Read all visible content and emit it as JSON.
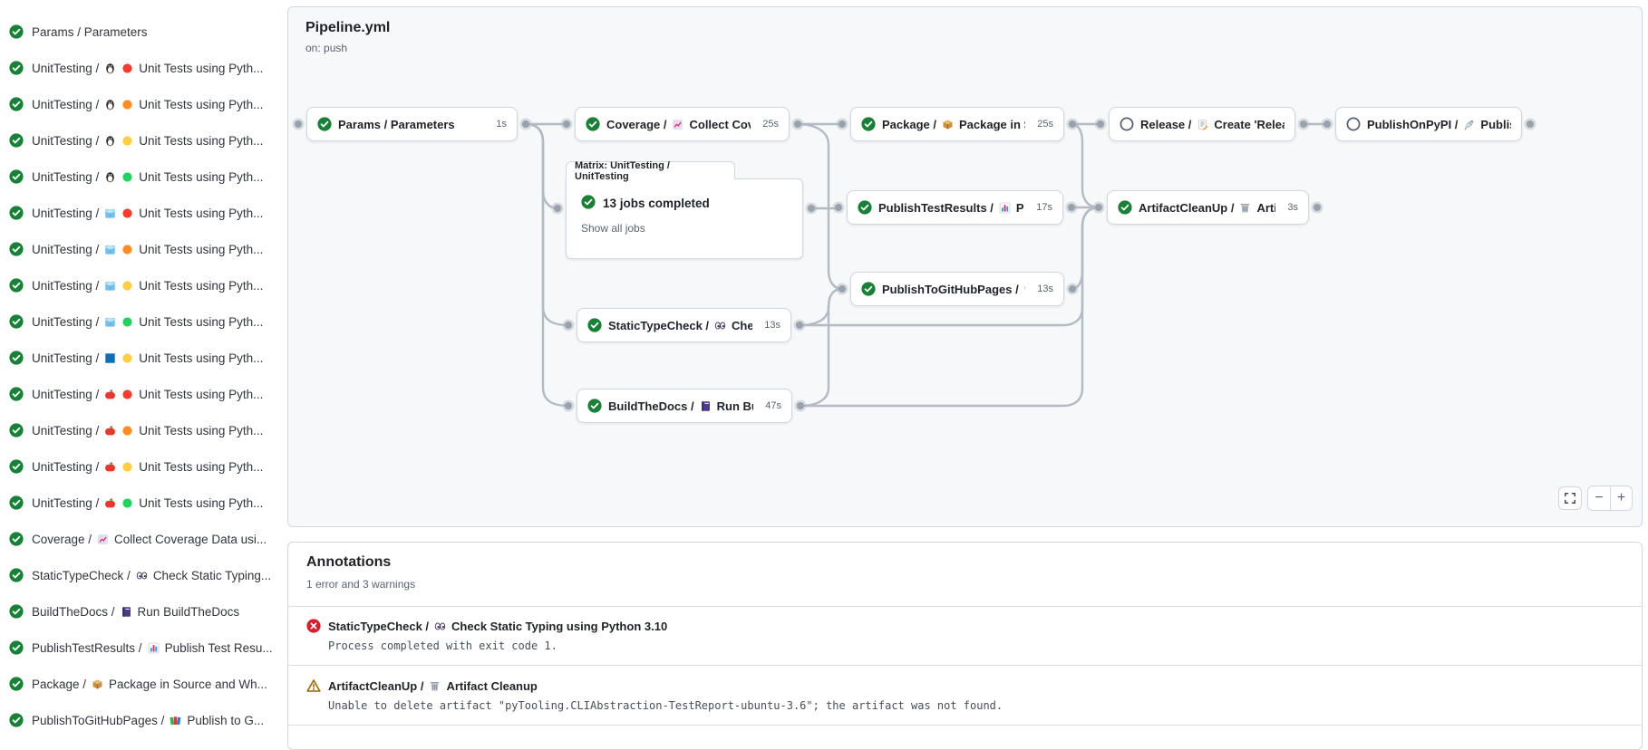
{
  "sidebar": {
    "items": [
      {
        "status": "success",
        "parts": [
          {
            "text": "Params / Parameters"
          }
        ]
      },
      {
        "status": "success",
        "parts": [
          {
            "text": "UnitTesting /"
          },
          {
            "icon": "penguin"
          },
          {
            "icon": "dot-red"
          },
          {
            "text": "Unit Tests using Pyth..."
          }
        ]
      },
      {
        "status": "success",
        "parts": [
          {
            "text": "UnitTesting /"
          },
          {
            "icon": "penguin"
          },
          {
            "icon": "dot-orange"
          },
          {
            "text": "Unit Tests using Pyth..."
          }
        ]
      },
      {
        "status": "success",
        "parts": [
          {
            "text": "UnitTesting /"
          },
          {
            "icon": "penguin"
          },
          {
            "icon": "dot-yellow"
          },
          {
            "text": "Unit Tests using Pyth..."
          }
        ]
      },
      {
        "status": "success",
        "parts": [
          {
            "text": "UnitTesting /"
          },
          {
            "icon": "penguin"
          },
          {
            "icon": "dot-green"
          },
          {
            "text": "Unit Tests using Pyth..."
          }
        ]
      },
      {
        "status": "success",
        "parts": [
          {
            "text": "UnitTesting /"
          },
          {
            "icon": "ice"
          },
          {
            "icon": "dot-red"
          },
          {
            "text": "Unit Tests using Pyth..."
          }
        ]
      },
      {
        "status": "success",
        "parts": [
          {
            "text": "UnitTesting /"
          },
          {
            "icon": "ice"
          },
          {
            "icon": "dot-orange"
          },
          {
            "text": "Unit Tests using Pyth..."
          }
        ]
      },
      {
        "status": "success",
        "parts": [
          {
            "text": "UnitTesting /"
          },
          {
            "icon": "ice"
          },
          {
            "icon": "dot-yellow"
          },
          {
            "text": "Unit Tests using Pyth..."
          }
        ]
      },
      {
        "status": "success",
        "parts": [
          {
            "text": "UnitTesting /"
          },
          {
            "icon": "ice"
          },
          {
            "icon": "dot-green"
          },
          {
            "text": "Unit Tests using Pyth..."
          }
        ]
      },
      {
        "status": "success",
        "parts": [
          {
            "text": "UnitTesting /"
          },
          {
            "icon": "windows"
          },
          {
            "icon": "dot-yellow"
          },
          {
            "text": "Unit Tests using Pyth..."
          }
        ]
      },
      {
        "status": "success",
        "parts": [
          {
            "text": "UnitTesting /"
          },
          {
            "icon": "apple"
          },
          {
            "icon": "dot-red"
          },
          {
            "text": "Unit Tests using Pyth..."
          }
        ]
      },
      {
        "status": "success",
        "parts": [
          {
            "text": "UnitTesting /"
          },
          {
            "icon": "apple"
          },
          {
            "icon": "dot-orange"
          },
          {
            "text": "Unit Tests using Pyth..."
          }
        ]
      },
      {
        "status": "success",
        "parts": [
          {
            "text": "UnitTesting /"
          },
          {
            "icon": "apple"
          },
          {
            "icon": "dot-yellow"
          },
          {
            "text": "Unit Tests using Pyth..."
          }
        ]
      },
      {
        "status": "success",
        "parts": [
          {
            "text": "UnitTesting /"
          },
          {
            "icon": "apple"
          },
          {
            "icon": "dot-green"
          },
          {
            "text": "Unit Tests using Pyth..."
          }
        ]
      },
      {
        "status": "success",
        "parts": [
          {
            "text": "Coverage /"
          },
          {
            "icon": "chart-increasing"
          },
          {
            "text": "Collect Coverage Data usi..."
          }
        ]
      },
      {
        "status": "success",
        "parts": [
          {
            "text": "StaticTypeCheck /"
          },
          {
            "icon": "eyes"
          },
          {
            "text": "Check Static Typing..."
          }
        ]
      },
      {
        "status": "success",
        "parts": [
          {
            "text": "BuildTheDocs /"
          },
          {
            "icon": "notebook"
          },
          {
            "text": "Run BuildTheDocs"
          }
        ]
      },
      {
        "status": "success",
        "parts": [
          {
            "text": "PublishTestResults /"
          },
          {
            "icon": "bar-chart"
          },
          {
            "text": "Publish Test Resu..."
          }
        ]
      },
      {
        "status": "success",
        "parts": [
          {
            "text": "Package /"
          },
          {
            "icon": "package"
          },
          {
            "text": "Package in Source and Wh..."
          }
        ]
      },
      {
        "status": "success",
        "parts": [
          {
            "text": "PublishToGitHubPages /"
          },
          {
            "icon": "books"
          },
          {
            "text": "Publish to G..."
          }
        ]
      }
    ]
  },
  "graph": {
    "title": "Pipeline.yml",
    "trigger": "on: push",
    "nodes": [
      {
        "id": "params",
        "status": "success",
        "parts": [
          {
            "text": "Params / Parameters"
          }
        ],
        "duration": "1s"
      },
      {
        "id": "coverage",
        "status": "success",
        "parts": [
          {
            "text": "Coverage /"
          },
          {
            "icon": "chart-increasing"
          },
          {
            "text": "Collect Cove..."
          }
        ],
        "duration": "25s"
      },
      {
        "id": "package",
        "status": "success",
        "parts": [
          {
            "text": "Package /"
          },
          {
            "icon": "package"
          },
          {
            "text": "Package in So..."
          }
        ],
        "duration": "25s"
      },
      {
        "id": "release",
        "status": "skipped",
        "parts": [
          {
            "text": "Release /"
          },
          {
            "icon": "memo-pencil"
          },
          {
            "text": "Create 'Release P..."
          }
        ],
        "duration": ""
      },
      {
        "id": "publish-on-pypi",
        "status": "skipped",
        "parts": [
          {
            "text": "PublishOnPyPI /"
          },
          {
            "icon": "rocket"
          },
          {
            "text": "Publish to ..."
          }
        ],
        "duration": ""
      },
      {
        "id": "publish-test-results",
        "status": "success",
        "parts": [
          {
            "text": "PublishTestResults /"
          },
          {
            "icon": "bar-chart"
          },
          {
            "text": "Pu..."
          }
        ],
        "duration": "17s"
      },
      {
        "id": "artifact-cleanup",
        "status": "success",
        "parts": [
          {
            "text": "ArtifactCleanUp /"
          },
          {
            "icon": "wastebasket"
          },
          {
            "text": "Artifac..."
          }
        ],
        "duration": "3s"
      },
      {
        "id": "publish-to-github-pages",
        "status": "success",
        "parts": [
          {
            "text": "PublishToGitHubPages /"
          },
          {
            "icon": "books"
          },
          {
            "text": "..."
          }
        ],
        "duration": "13s"
      },
      {
        "id": "static-type-check",
        "status": "success",
        "parts": [
          {
            "text": "StaticTypeCheck /"
          },
          {
            "icon": "eyes"
          },
          {
            "text": "Chec..."
          }
        ],
        "duration": "13s"
      },
      {
        "id": "build-the-docs",
        "status": "success",
        "parts": [
          {
            "text": "BuildTheDocs /"
          },
          {
            "icon": "notebook"
          },
          {
            "text": "Run Buil..."
          }
        ],
        "duration": "47s"
      }
    ],
    "matrix": {
      "label": "Matrix: UnitTesting / UnitTesting",
      "status": "success",
      "summary": "13 jobs completed",
      "link": "Show all jobs"
    },
    "controls": {
      "zoom_out": "−",
      "zoom_in": "+"
    }
  },
  "annotations": {
    "title": "Annotations",
    "summary": "1 error and 3 warnings",
    "items": [
      {
        "level": "error",
        "parts": [
          {
            "text": "StaticTypeCheck /"
          },
          {
            "icon": "eyes"
          },
          {
            "text": "Check Static Typing using Python 3.10"
          }
        ],
        "message": "Process completed with exit code 1."
      },
      {
        "level": "warning",
        "parts": [
          {
            "text": "ArtifactCleanUp /"
          },
          {
            "icon": "wastebasket"
          },
          {
            "text": "Artifact Cleanup"
          }
        ],
        "message": "Unable to delete artifact \"pyTooling.CLIAbstraction-TestReport-ubuntu-3.6\"; the artifact was not found."
      }
    ]
  },
  "colors": {
    "success": "#1a7f37",
    "error": "#cf222e",
    "warning": "#9a6700",
    "edge": "#b3bac3",
    "border": "#d0d7de",
    "canvas": "#f6f8fa",
    "muted": "#59636e"
  }
}
